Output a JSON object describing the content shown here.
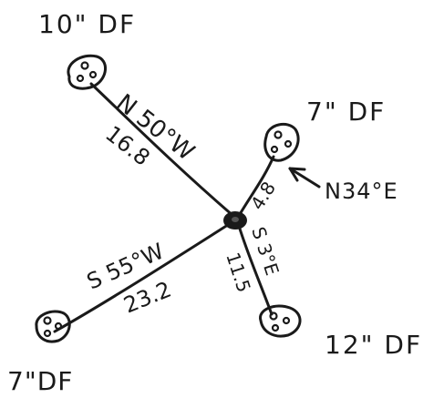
{
  "diagram": {
    "center_icon": "dark-oval-hub",
    "branches": [
      {
        "id": "nw",
        "tree_label": "10\" DF",
        "bearing": "N 50°W",
        "distance": "16.8",
        "tree_icon": "tree-circle-symbol"
      },
      {
        "id": "ne",
        "tree_label": "7\" DF",
        "bearing": "N34°E",
        "distance": "4.8",
        "tree_icon": "tree-circle-symbol"
      },
      {
        "id": "sw",
        "tree_label": "7\"DF",
        "bearing": "S 55°W",
        "distance": "23.2",
        "tree_icon": "tree-circle-symbol"
      },
      {
        "id": "se",
        "tree_label": "12\" DF",
        "bearing": "S 3°E",
        "distance": "11.5",
        "tree_icon": "tree-circle-symbol"
      }
    ],
    "annotation_arrow": "arrow-pointing-to-ne-branch",
    "colors": {
      "ink": "#1a1a1a",
      "background": "#ffffff"
    }
  }
}
